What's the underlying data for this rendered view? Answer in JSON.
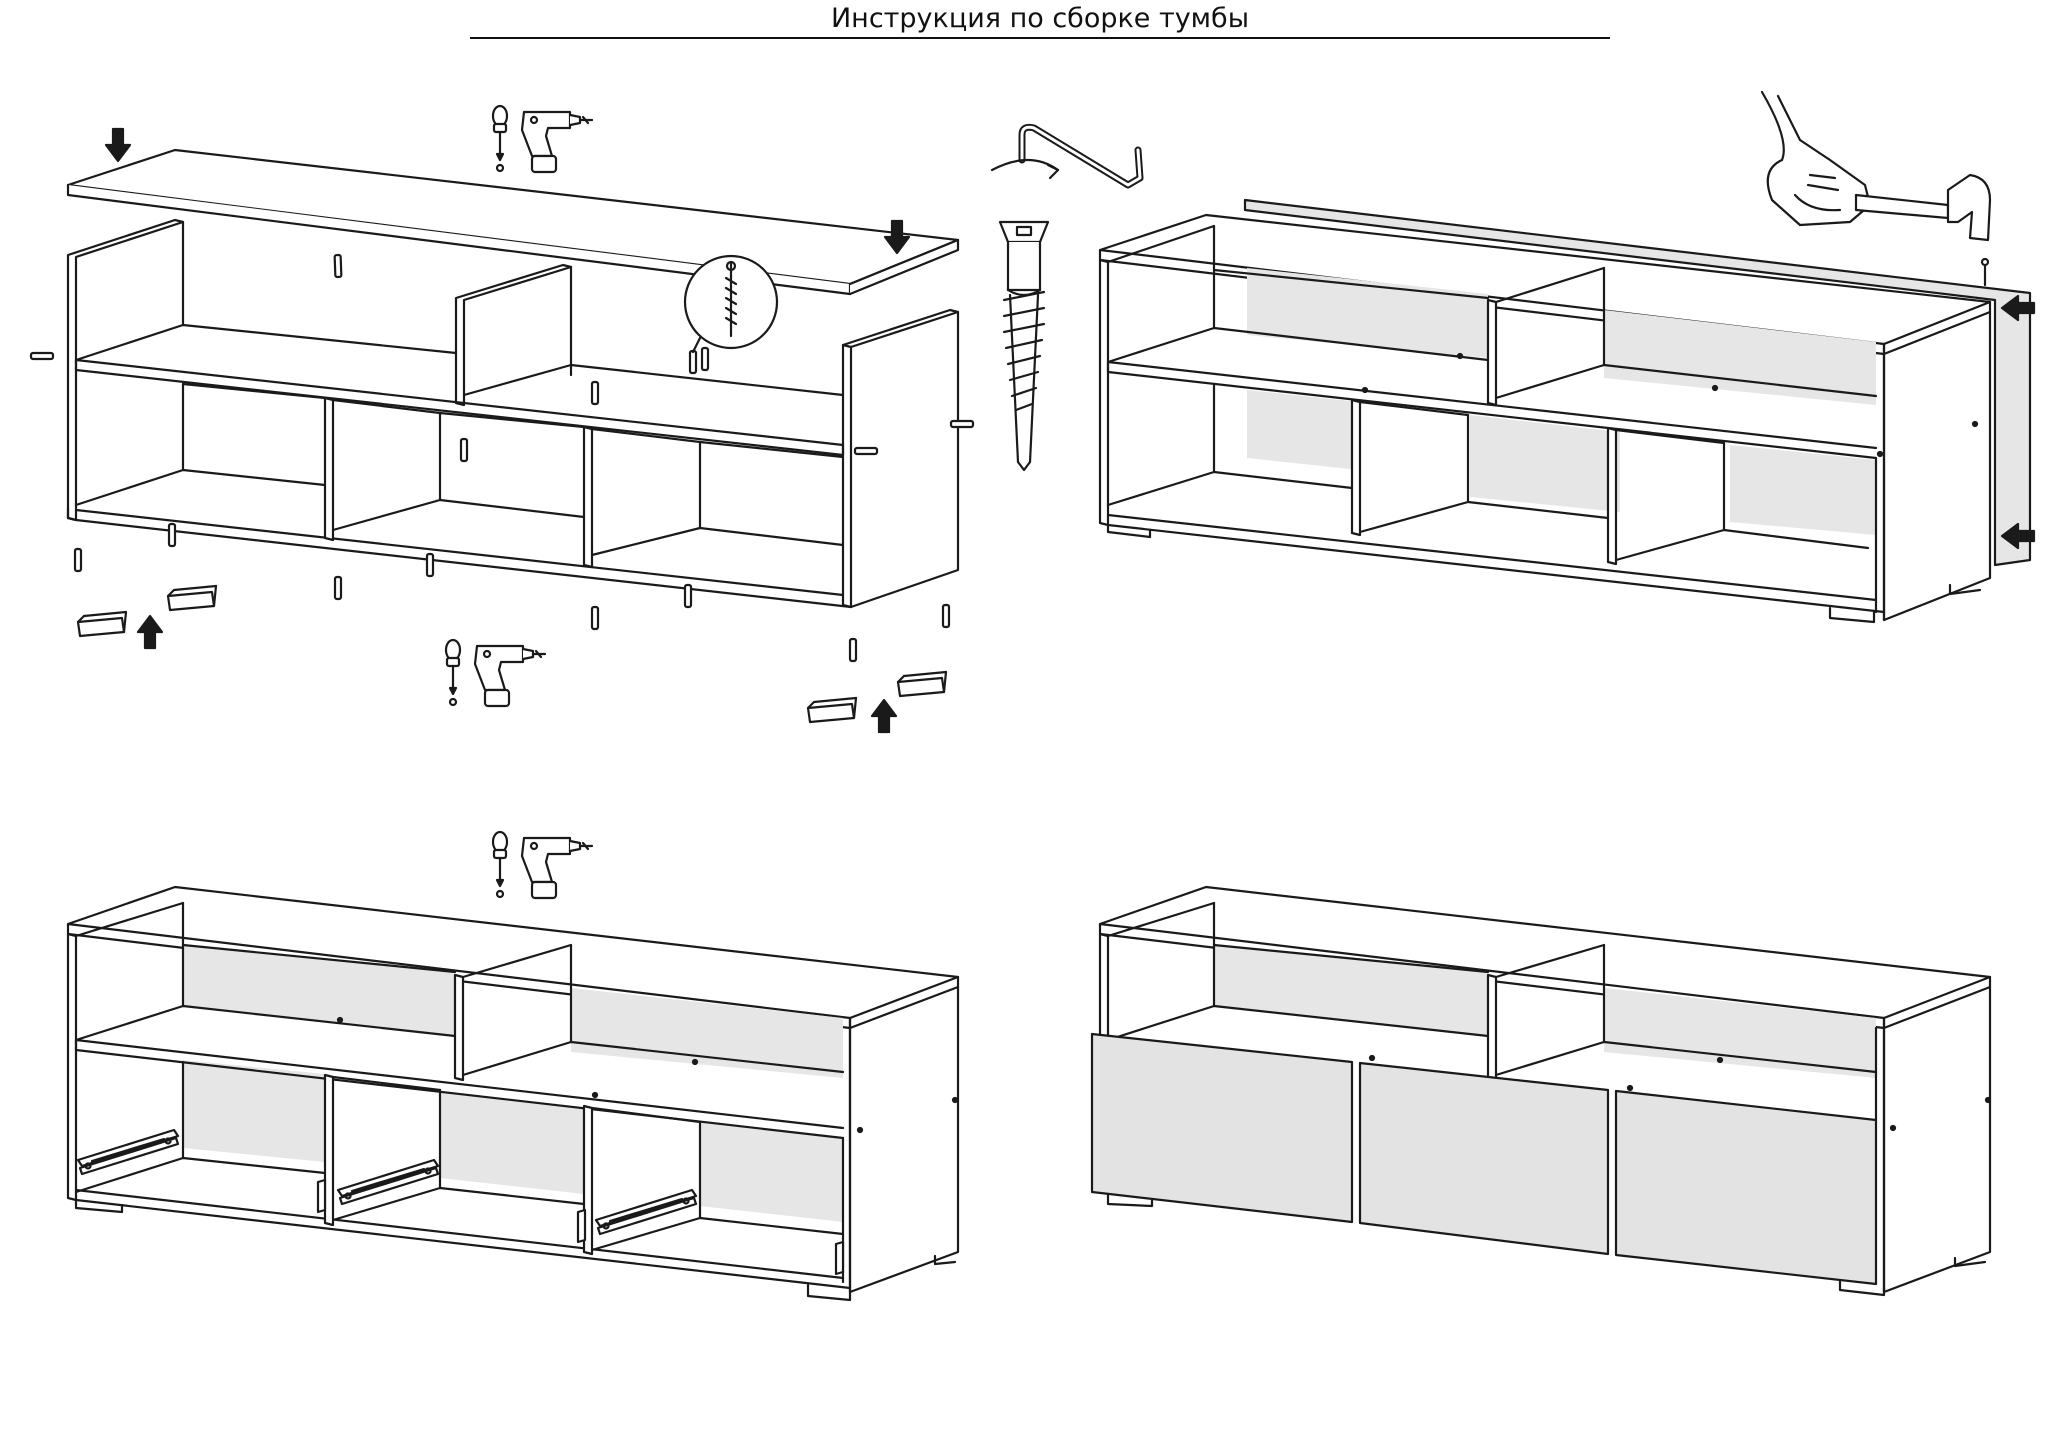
{
  "title": "Инструкция по сборке тумбы",
  "colors": {
    "line": "#1a1a1a",
    "panel_fill": "#e6e6e6",
    "front_fill": "#e3e3e3",
    "background": "#ffffff"
  },
  "icons": [
    "screwdriver-icon",
    "drill-icon",
    "hex-key-icon",
    "confirmat-screw-icon",
    "hammer-icon",
    "hand-icon",
    "arrow-icon"
  ],
  "steps": [
    {
      "name": "frame-assembly"
    },
    {
      "name": "back-panel-install"
    },
    {
      "name": "drawer-runners-install"
    },
    {
      "name": "drawer-fronts-install"
    }
  ]
}
